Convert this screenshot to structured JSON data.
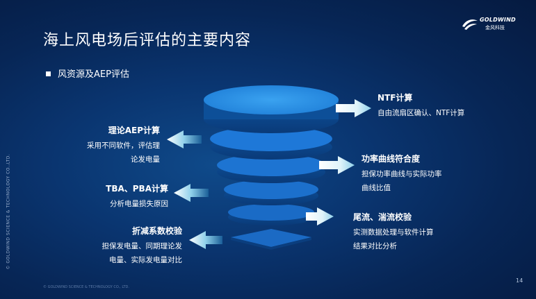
{
  "title": "海上风电场后评估的主要内容",
  "logo": {
    "brand_en": "GOLDWIND",
    "brand_cn": "金风科技"
  },
  "side_text": "© GOLDWIND SCIENCE & TECHNOLOGY CO.,LTD.",
  "section": {
    "label": "风资源及AEP评估"
  },
  "items": [
    {
      "heading": "NTF计算",
      "lines": [
        "自由流扇区确认、NTF计算"
      ]
    },
    {
      "heading": "理论AEP计算",
      "lines": [
        "采用不同软件，评估理",
        "论发电量"
      ]
    },
    {
      "heading": "功率曲线符合度",
      "lines": [
        "担保功率曲线与实际功率",
        "曲线比值"
      ]
    },
    {
      "heading": "TBA、PBA计算",
      "lines": [
        "分析电量损失原因"
      ]
    },
    {
      "heading": "尾流、湍流校验",
      "lines": [
        "实测数据处理与软件计算",
        "结果对比分析"
      ]
    },
    {
      "heading": "折减系数校验",
      "lines": [
        "担保发电量、同期理论发",
        "电量、实际发电量对比"
      ]
    }
  ],
  "footer": "© GOLDWIND SCIENCE & TECHNOLOGY CO., LTD.",
  "page_number": "14",
  "colors": {
    "background": "#072656",
    "disc_top": "#2a8fe6",
    "arrow": "#e8f6fb",
    "arrow_tail": "#1e6fa8"
  }
}
